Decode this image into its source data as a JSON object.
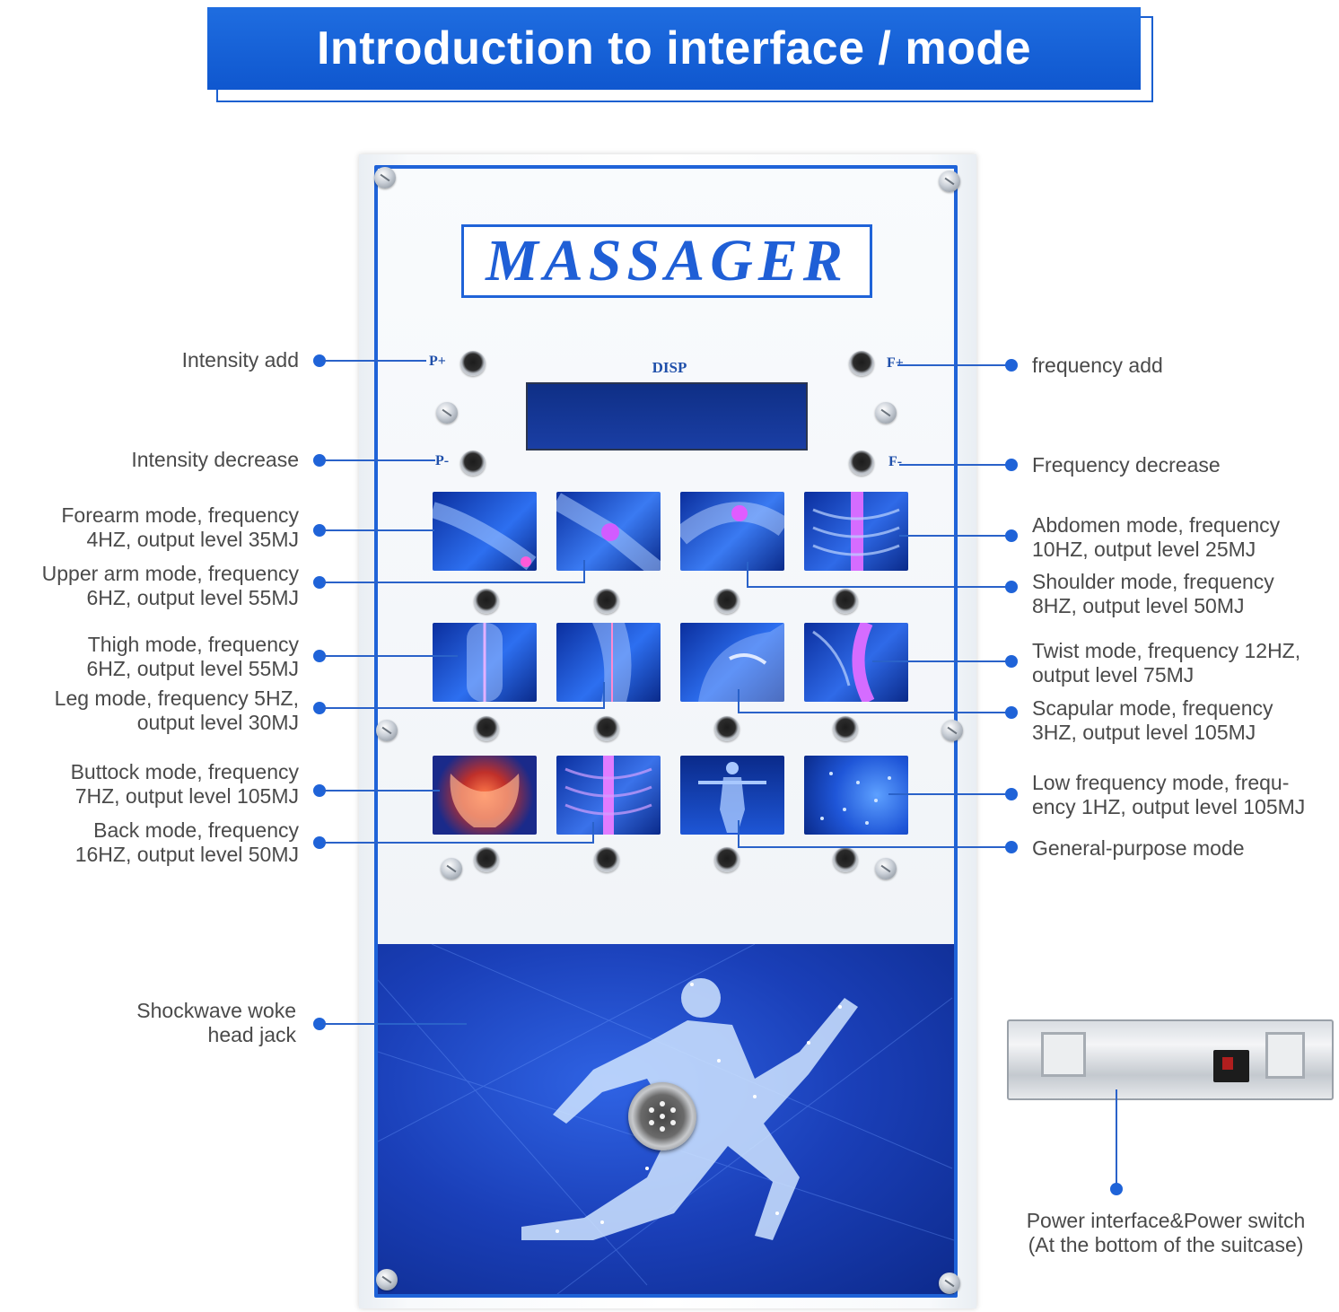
{
  "header": {
    "title": "Introduction to interface / mode"
  },
  "device": {
    "brand": "MASSAGER",
    "display_label": "DISP",
    "keys": {
      "p_plus": "P+",
      "p_minus": "P-",
      "f_plus": "F+",
      "f_minus": "F-"
    }
  },
  "callouts": {
    "intensity_add": "Intensity add",
    "intensity_decrease": "Intensity decrease",
    "frequency_add": "frequency add",
    "frequency_decrease": "Frequency decrease",
    "forearm_1": "Forearm mode, frequency",
    "forearm_2": "4HZ, output level 35MJ",
    "upper_arm_1": "Upper arm mode, frequency",
    "upper_arm_2": "6HZ, output level 55MJ",
    "thigh_1": "Thigh mode, frequency",
    "thigh_2": "6HZ, output level 55MJ",
    "leg_1": "Leg mode, frequency 5HZ,",
    "leg_2": "output level 30MJ",
    "buttock_1": "Buttock mode, frequency",
    "buttock_2": "7HZ, output level 105MJ",
    "back_1": "Back mode, frequency",
    "back_2": "16HZ, output level 50MJ",
    "abdomen_1": "Abdomen mode, frequency",
    "abdomen_2": "10HZ, output level 25MJ",
    "shoulder_1": "Shoulder mode, frequency",
    "shoulder_2": "8HZ, output level 50MJ",
    "twist_1": "Twist mode, frequency 12HZ,",
    "twist_2": "output level 75MJ",
    "scapular_1": "Scapular mode, frequency",
    "scapular_2": "3HZ, output level 105MJ",
    "low_freq_1": "Low frequency mode, frequ-",
    "low_freq_2": "ency 1HZ, output level 105MJ",
    "general": "General-purpose mode",
    "jack_1": "Shockwave woke",
    "jack_2": "head jack",
    "power_1": "Power interface&Power switch",
    "power_2": "(At the bottom of the suitcase)"
  },
  "colors": {
    "accent": "#1f63d8",
    "banner": "#1463d6",
    "label_text": "#4a4a4a"
  },
  "icons": [
    "forearm-image",
    "elbow-image",
    "shoulder-image",
    "abdomen-spine-image",
    "thigh-image",
    "leg-image",
    "scapula-image",
    "twist-spine-image",
    "pelvis-image",
    "back-spine-image",
    "body-image",
    "low-frequency-image",
    "running-figure-image",
    "screw-icon",
    "button-icon",
    "jack-connector-icon"
  ]
}
